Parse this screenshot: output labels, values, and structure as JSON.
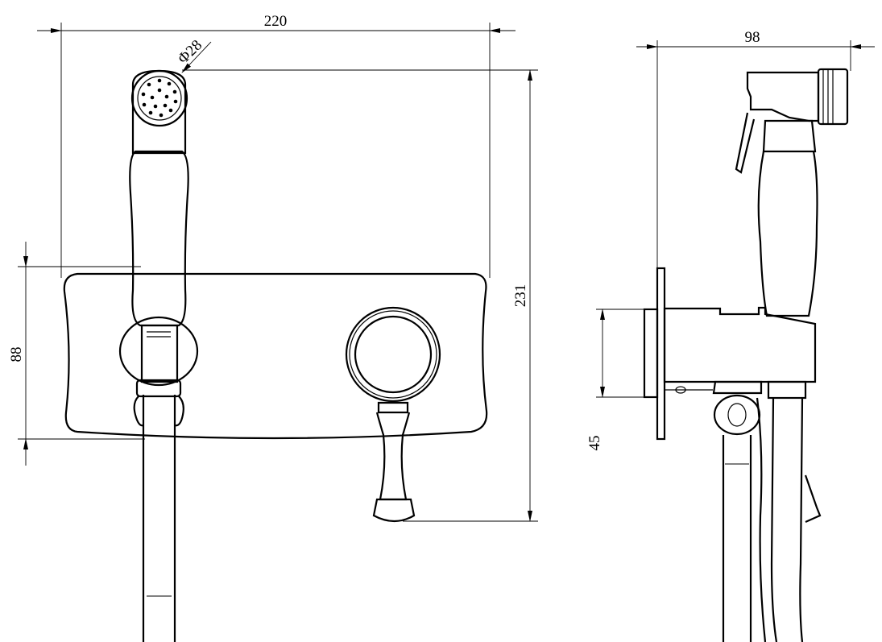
{
  "drawing": {
    "front_view": {
      "width_dim": "220",
      "height_dim": "231",
      "plate_height_dim": "88",
      "nozzle_diameter_dim": "Φ28"
    },
    "side_view": {
      "depth_dim": "98",
      "wall_offset_dim": "45"
    }
  },
  "colors": {
    "line": "#000000",
    "background": "#ffffff"
  }
}
